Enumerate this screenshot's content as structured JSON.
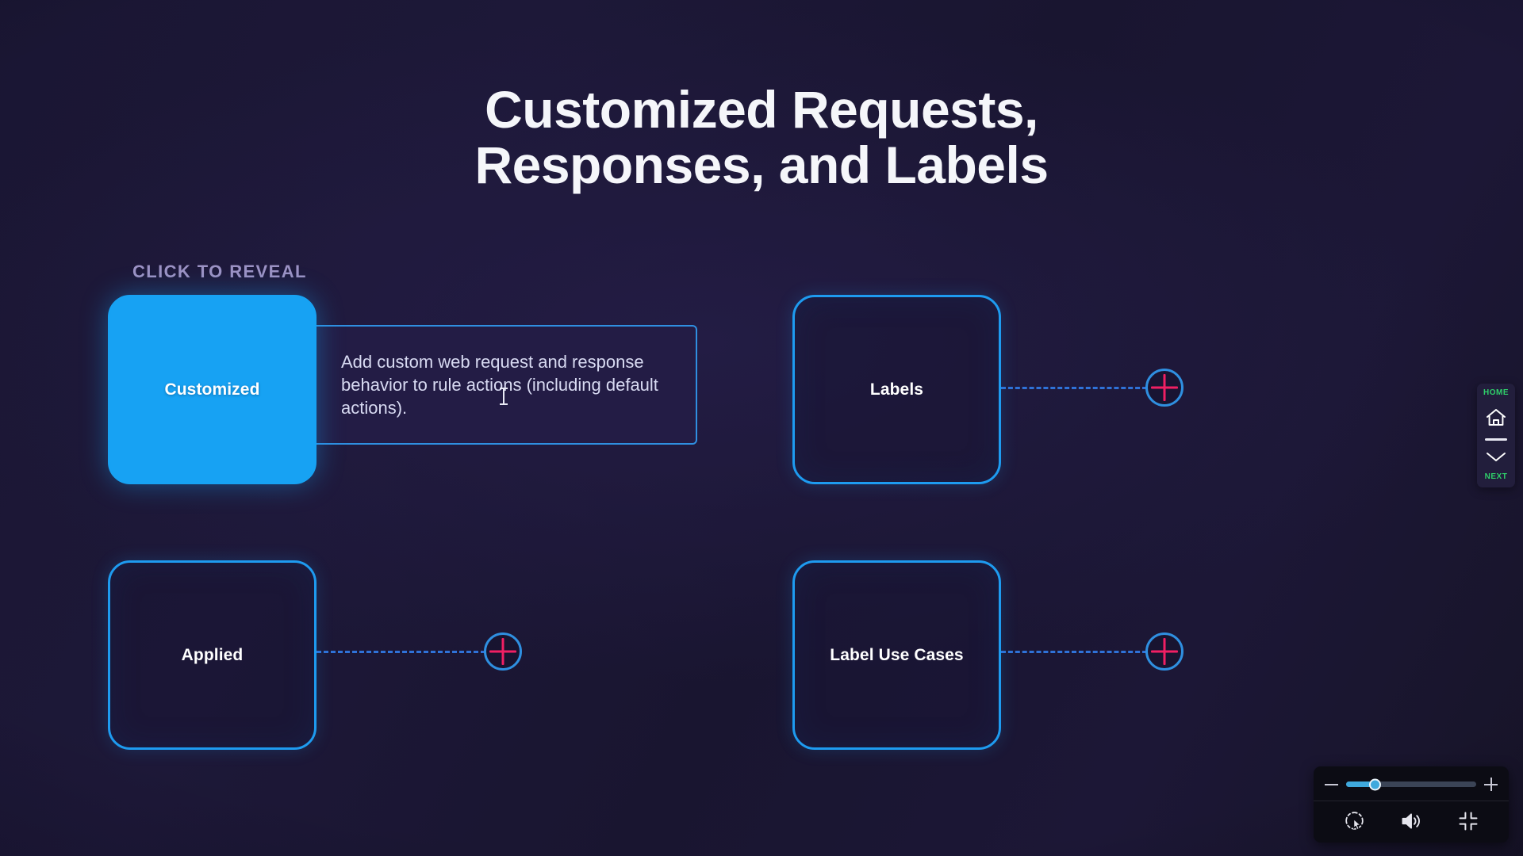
{
  "page": {
    "title_line1": "Customized Requests,",
    "title_line2": "Responses, and Labels",
    "reveal_hint": "CLICK TO REVEAL"
  },
  "cards": [
    {
      "id": "customized",
      "label": "Customized",
      "state": "active",
      "description": "Add custom web request and response behavior to rule actions (including default actions)."
    },
    {
      "id": "labels",
      "label": "Labels",
      "state": "idle",
      "description": ""
    },
    {
      "id": "applied",
      "label": "Applied",
      "state": "idle",
      "description": ""
    },
    {
      "id": "usecases",
      "label": "Label Use Cases",
      "state": "idle",
      "description": ""
    }
  ],
  "connectors": {
    "plus_icon_name": "plus-icon",
    "line_style": "dashed"
  },
  "nav_rail": {
    "home_label": "HOME",
    "home_icon": "home-icon",
    "divider_icon": "divider",
    "next_icon": "chevron-down-icon",
    "next_label": "NEXT"
  },
  "player_controls": {
    "zoom_out_label": "minus-icon",
    "zoom_in_label": "plus-icon",
    "zoom_value_percent": 22,
    "cursor_icon": "cursor-pointer-icon",
    "volume_icon": "volume-icon",
    "fullscreen_icon": "collapse-fullscreen-icon"
  },
  "colors": {
    "background": "#191631",
    "accent_blue": "#1e9bf0",
    "active_blue": "#17a2f3",
    "accent_pink": "#f01f63",
    "connector_blue": "#2f72d8",
    "hint_purple": "#9c92c4",
    "nav_green": "#2fd06a",
    "title_white": "#f5f6fa",
    "panel_bg": "#231c46"
  }
}
